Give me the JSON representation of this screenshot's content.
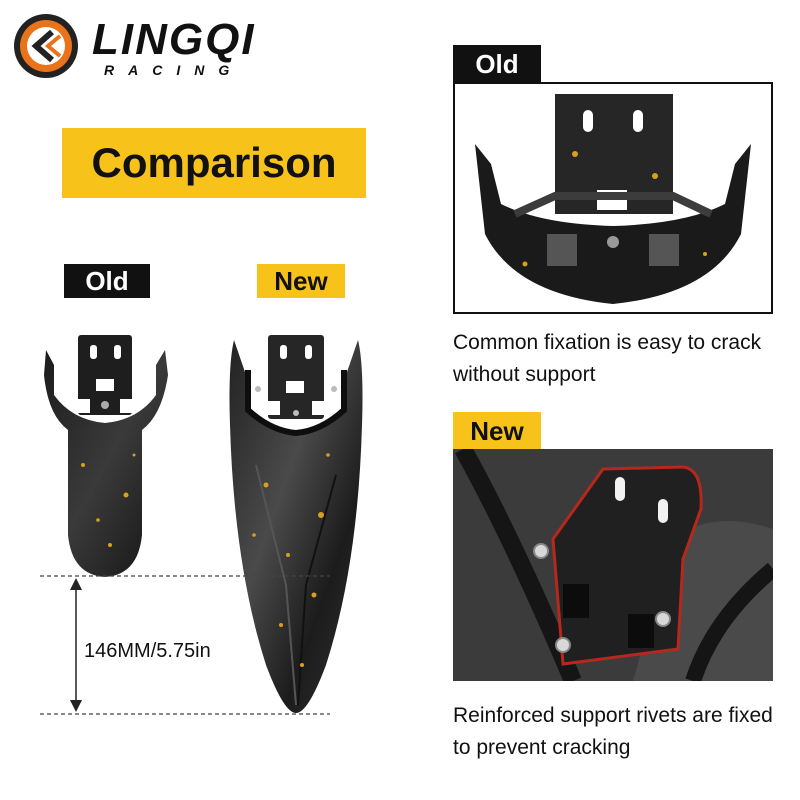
{
  "brand": {
    "name": "LINGQI",
    "tagline": "RACING",
    "accent": "#f7c21a",
    "logo_orange": "#e8731a"
  },
  "title": "Comparison",
  "labels": {
    "old_left": "Old",
    "new_left": "New",
    "old_right": "Old",
    "new_right": "New"
  },
  "measurement": "146MM/5.75in",
  "captions": {
    "old": "Common fixation is easy to crack without support",
    "new": "Reinforced support rivets are fixed to prevent cracking"
  }
}
